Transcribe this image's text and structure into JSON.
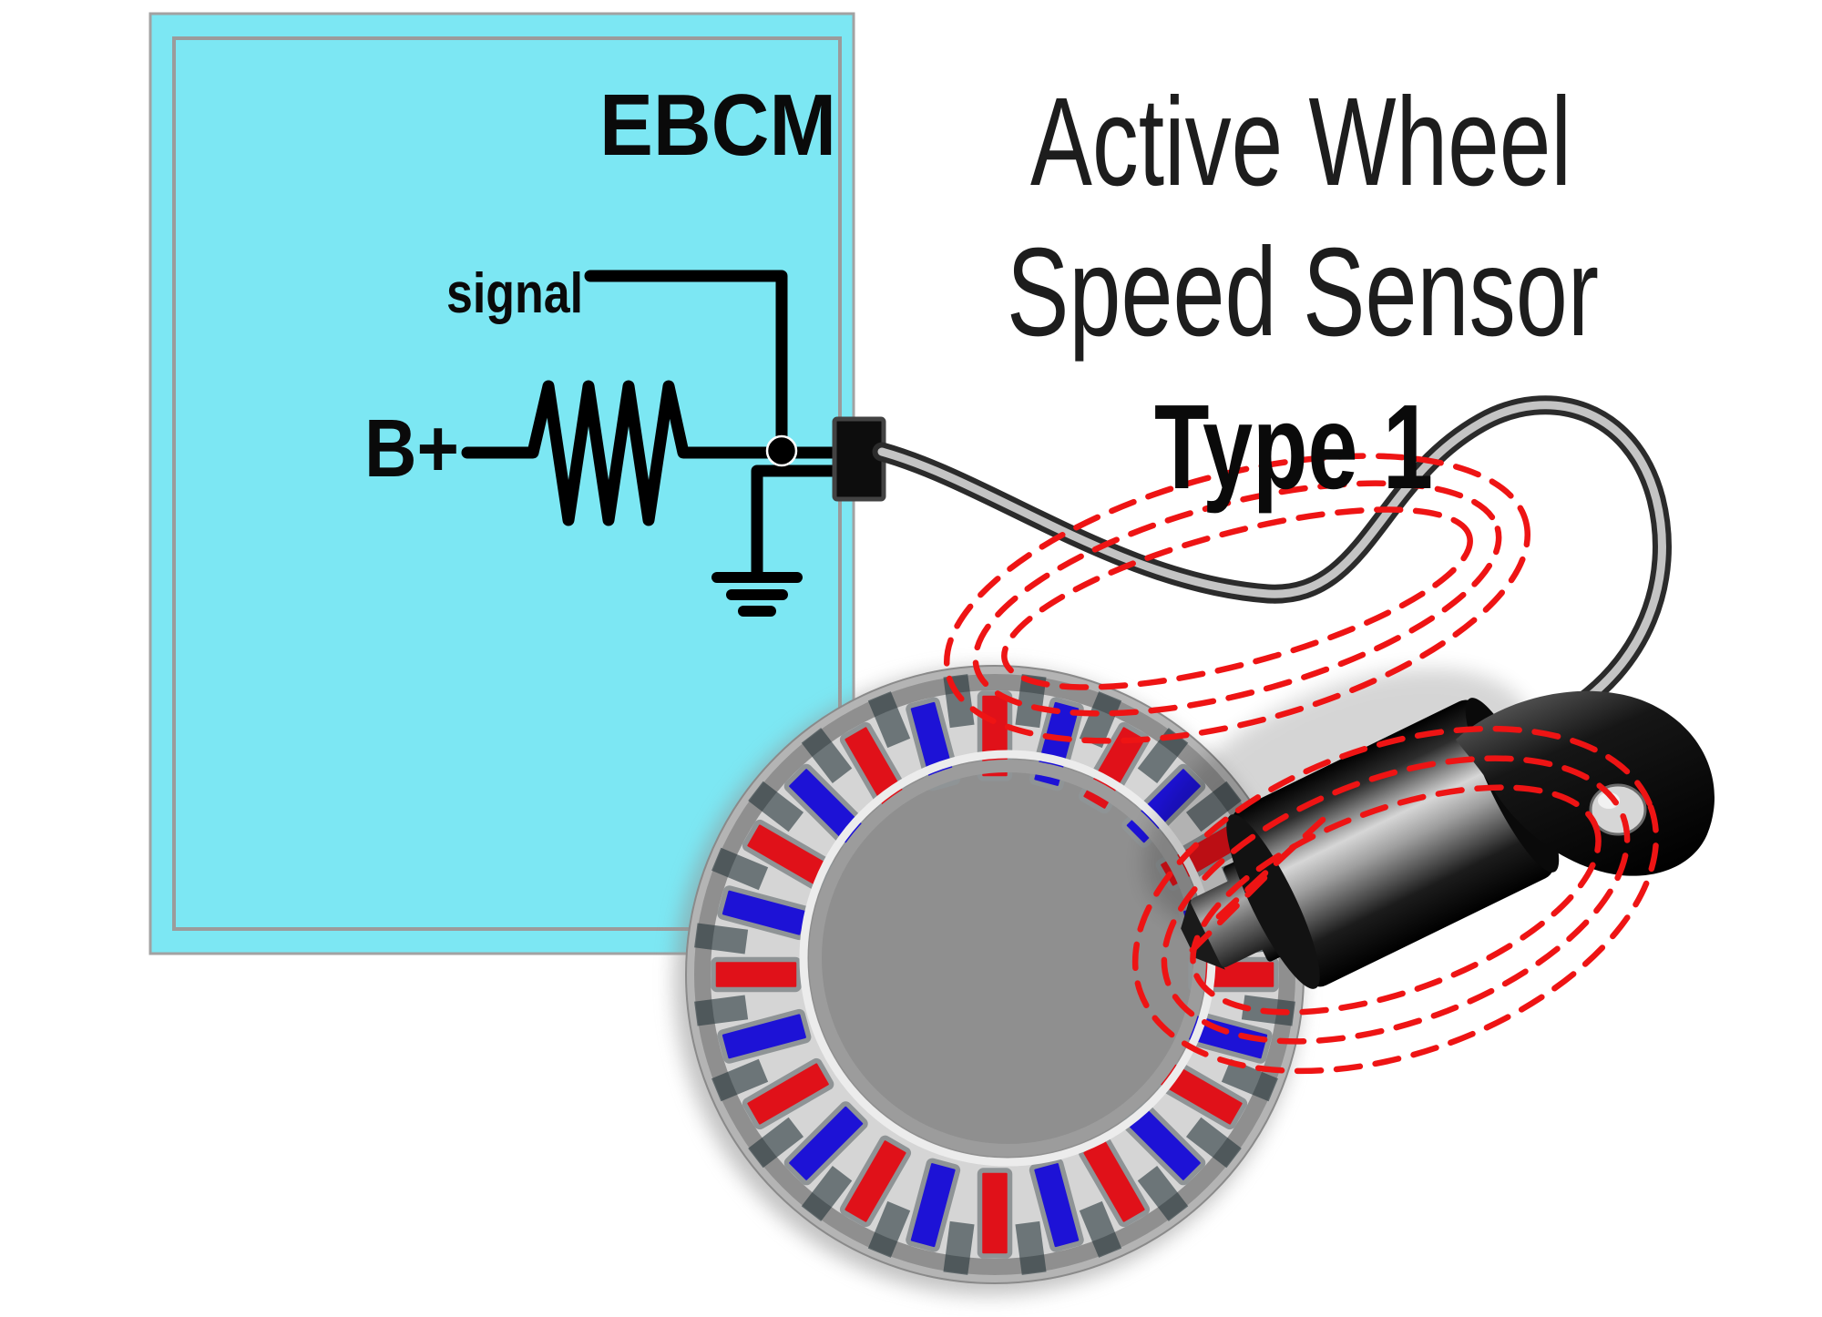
{
  "diagram_title": {
    "line1": "Active Wheel",
    "line2": "Speed Sensor",
    "line3": "Type 1"
  },
  "ebcm": {
    "label": "EBCM",
    "signal_label": "signal",
    "battery_label": "B+",
    "fill": "#7ce7f3",
    "border_color": "#a2a2a2",
    "inner_border_color": "#9b9b9b"
  },
  "circuit": {
    "wire_color": "#000000",
    "components": [
      "pull-up resistor",
      "signal tap junction",
      "chassis ground",
      "connector"
    ]
  },
  "connector": {
    "fill": "#0d0d0d",
    "border": "#424242"
  },
  "cable": {
    "outer": "#2b2b2b",
    "core": "#c4c4c4"
  },
  "tone_ring": {
    "magnet_count": 24,
    "first_magnet_color": "red",
    "pattern": "alternating red/blue",
    "magnet_red": "#e01119",
    "magnet_blue": "#1d12d6",
    "magnet_frame": "#8f9496",
    "edge_color": "#b4b4b4",
    "rim_color": "#8f8f8f",
    "face_color": "#d5d5d5",
    "tooth_color": "rgba(33,48,53,0.58)",
    "inner_lip_color": "#ececec",
    "inner_wall_color": "#9c9c9c"
  },
  "sensor": {
    "name": "active wheel speed sensor",
    "body_color": "#000000",
    "highlight": "#d6d6d6",
    "bracket_hole_fill": "#d6d6d6"
  },
  "field_lines": {
    "color": "#ee1414",
    "style": "dashed",
    "upper_loops": 3,
    "lower_loops": 3
  }
}
